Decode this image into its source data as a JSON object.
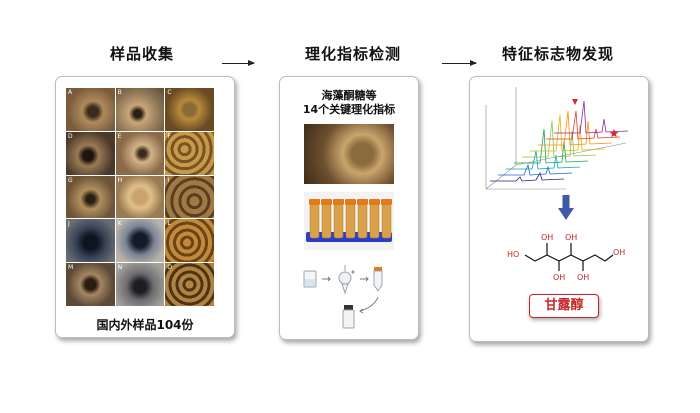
{
  "steps": [
    {
      "title": "样品收集",
      "caption": "国内外样品104份"
    },
    {
      "title": "理化指标检测",
      "subtitle_line1": "海藻酮糖等",
      "subtitle_line2": "14个关键理化指标"
    },
    {
      "title": "特征标志物发现",
      "result": "甘露醇"
    }
  ],
  "photo_labels": [
    "A",
    "B",
    "C",
    "D",
    "E",
    "F",
    "G",
    "H",
    "I",
    "J",
    "K",
    "L",
    "M",
    "N",
    "O"
  ],
  "molecule": {
    "labels": [
      "HO",
      "OH",
      "OH",
      "OH",
      "OH",
      "OH"
    ]
  },
  "colors": {
    "accent_red": "#c62828",
    "arrow_blue": "#3c5aa6",
    "panel_border": "#bdbdbd"
  }
}
